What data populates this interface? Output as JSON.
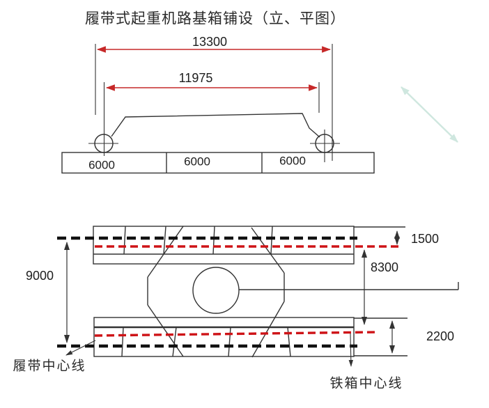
{
  "title": "履带式起重机路基箱铺设（立、平图）",
  "elevation_view": {
    "dim_total_width": "13300",
    "dim_track_center_width": "11975",
    "box_segment_labels": [
      "6000",
      "6000",
      "6000"
    ]
  },
  "plan_view": {
    "dim_crawler_center_distance": "9000",
    "dim_edge_to_ironbox_center": "1500",
    "dim_ironbox_center_distance": "8300",
    "dim_box_strip_width": "2200",
    "crawler_centerline_label": "履带中心线",
    "ironbox_centerline_label": "铁箱中心线"
  },
  "colors": {
    "dimension_red": "#c62828",
    "centerline_red": "#ce1317",
    "line_black": "#333333",
    "pale_teal_arrow": "#cfe7df",
    "background": "#ffffff"
  }
}
